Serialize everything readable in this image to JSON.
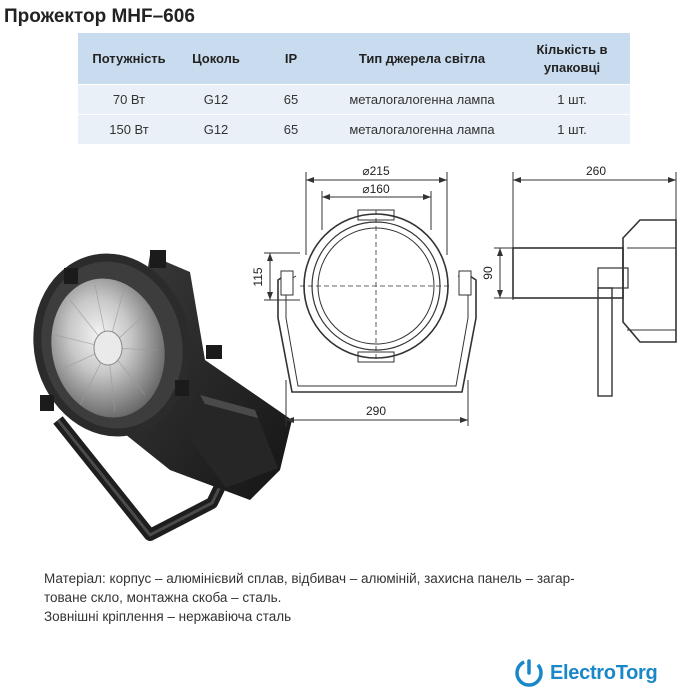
{
  "title": "Прожектор MHF–606",
  "table": {
    "headers": [
      "Потужність",
      "Цоколь",
      "IP",
      "Тип джерела світла",
      "Кількість в упаковці"
    ],
    "rows": [
      [
        "70 Вт",
        "G12",
        "65",
        "металогалогенна лампа",
        "1 шт."
      ],
      [
        "150 Вт",
        "G12",
        "65",
        "металогалогенна лампа",
        "1 шт."
      ]
    ]
  },
  "drawing": {
    "dim_outer": "⌀215",
    "dim_inner": "⌀160",
    "dim_height": "115",
    "dim_width": "290",
    "dim_side_depth": "260",
    "dim_side_height": "90"
  },
  "material": {
    "line1": "Матеріал: корпус – алюмінієвий сплав, відбивач – алюміній, захисна панель – загар-",
    "line2": "товане скло, монтажна скоба – сталь.",
    "line3": "Зовнішні кріплення – нержавіюча сталь"
  },
  "logo": {
    "icon": "power-icon",
    "text": "ElectroTorg",
    "color": "#1a87c9"
  }
}
